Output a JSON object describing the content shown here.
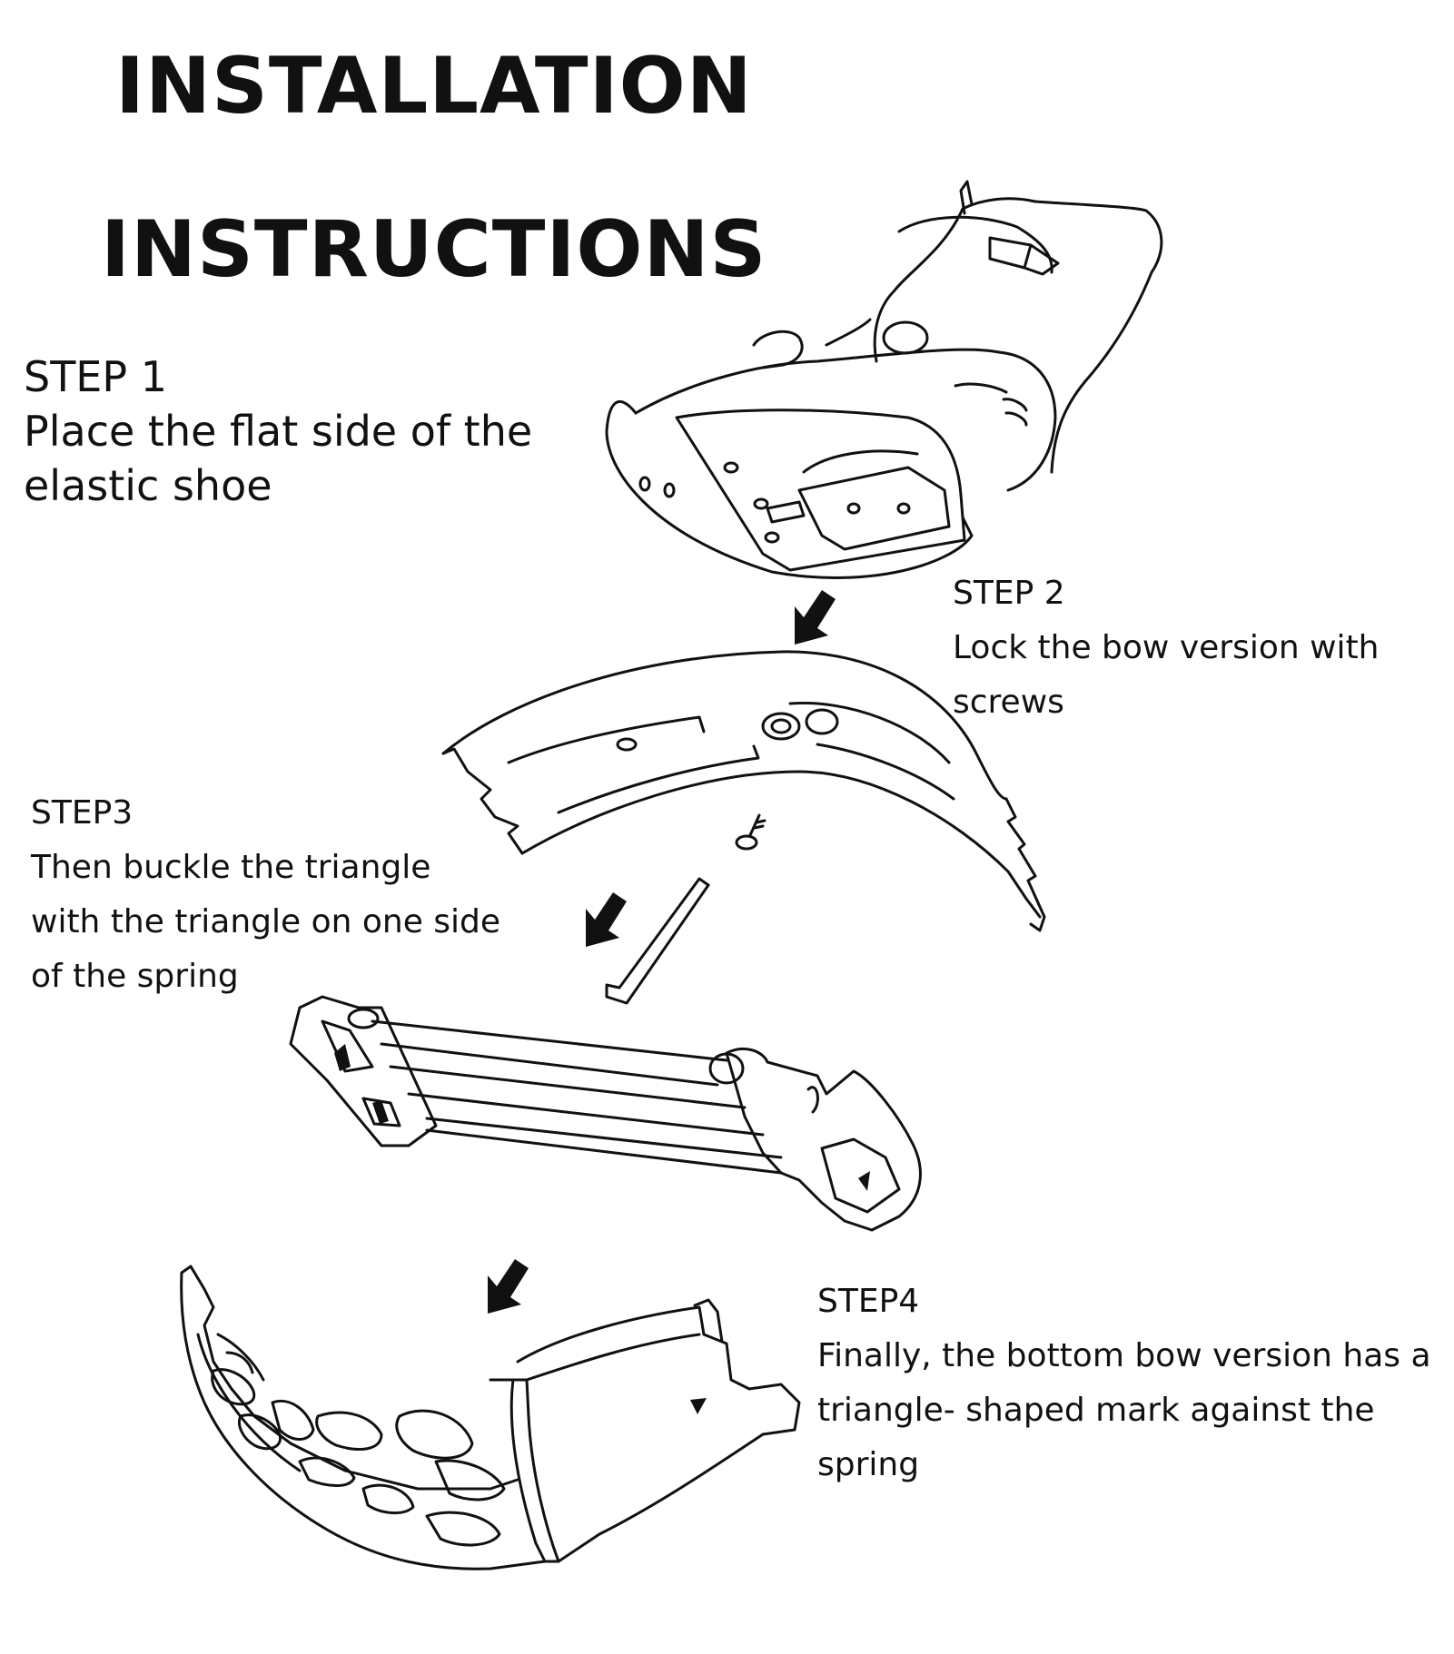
{
  "title": {
    "line1": "INSTALLATION",
    "line2": "INSTRUCTIONS"
  },
  "steps": [
    {
      "heading": "STEP 1",
      "lines": [
        "Place the flat side of the",
        "elastic shoe"
      ]
    },
    {
      "heading": "STEP 2",
      "lines": [
        "Lock the bow version with",
        "screws"
      ]
    },
    {
      "heading": "STEP3",
      "lines": [
        "Then buckle the triangle",
        "with the triangle on one side",
        "of the spring"
      ]
    },
    {
      "heading": "STEP4",
      "lines": [
        "Finally, the bottom bow version has a",
        "triangle- shaped mark against the",
        "spring"
      ]
    }
  ],
  "colors": {
    "ink": "#111111",
    "background": "#ffffff"
  },
  "icons": [
    "shoe-illustration",
    "bow-plate-illustration",
    "screw-icon",
    "hex-key-icon",
    "spring-assembly-illustration",
    "bottom-bow-illustration",
    "arrow-down-left-icon"
  ]
}
